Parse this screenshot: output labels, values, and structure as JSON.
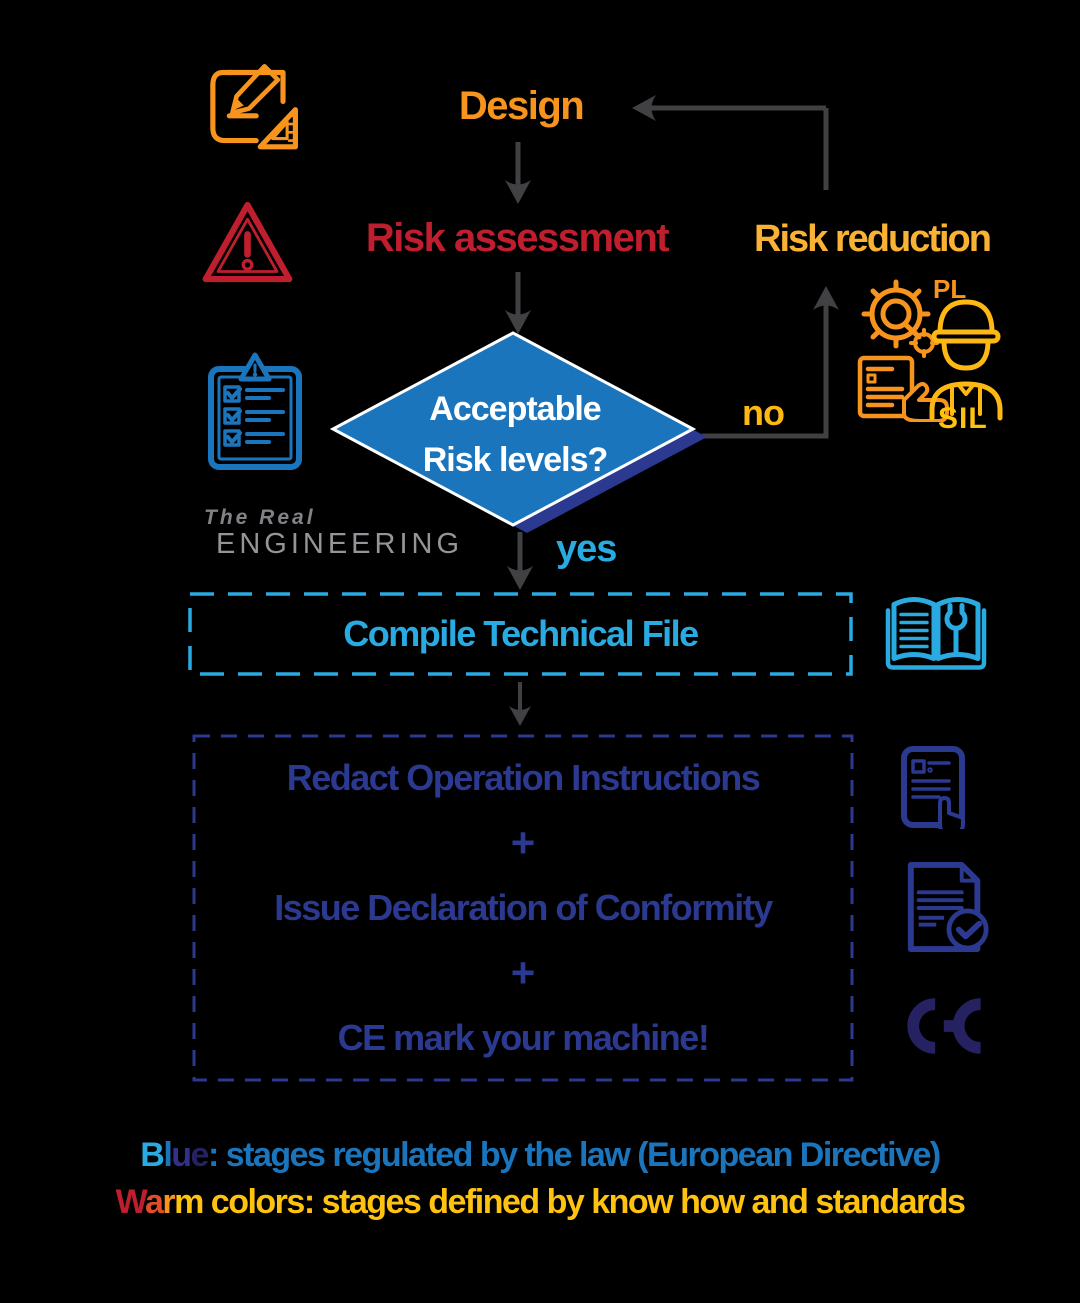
{
  "palette": {
    "background": "#000000",
    "orange": "#F7941D",
    "red": "#BE1E2D",
    "amber": "#F9B233",
    "gold": "#FDB813",
    "yellow": "#FFC20E",
    "azure": "#1B75BC",
    "cyan": "#29ABE2",
    "navy": "#2B3990",
    "navy_dark": "#262262",
    "arrow_gray": "#414042",
    "logo_gray_script": "#808285",
    "logo_gray_name": "#939598",
    "white": "#FFFFFF"
  },
  "flowchart": {
    "design_label": "Design",
    "risk_assessment_label": "Risk assessment",
    "risk_reduction_label": "Risk reduction",
    "decision": {
      "line1": "Acceptable",
      "line2": "Risk levels?"
    },
    "no_label": "no",
    "yes_label": "yes",
    "compile_label": "Compile Technical File",
    "final_lines": [
      "Redact Operation Instructions",
      "+",
      "Issue Declaration of Conformity",
      "+",
      "CE mark your machine!"
    ]
  },
  "icons": {
    "design": "blueprint-pencil-icon",
    "risk_assessment": "warning-triangle-icon",
    "decision": "checklist-clipboard-icon",
    "risk_reduction": "gears-worker-pl-sil-icon",
    "compile": "manual-book-wrench-icon",
    "instructions": "document-hand-icon",
    "conformity": "document-check-icon",
    "ce": "ce-mark-icon",
    "pl_label": "PL",
    "sil_label": "SIL"
  },
  "logo": {
    "script": "The Real",
    "name": "ENGINEERING"
  },
  "legend": {
    "line1": {
      "segments": [
        {
          "text": "B",
          "color": "#29ABE2"
        },
        {
          "text": "l",
          "color": "#1B75BC"
        },
        {
          "text": "u",
          "color": "#33308B"
        },
        {
          "text": "e",
          "color": "#262262"
        }
      ],
      "rest": ": stages regulated by the law (European Directive)",
      "rest_color": "#1B75BC"
    },
    "line2": {
      "segments": [
        {
          "text": "W",
          "color": "#BE1E2D"
        },
        {
          "text": "a",
          "color": "#E04E26"
        },
        {
          "text": "r",
          "color": "#F7941D"
        },
        {
          "text": "m",
          "color": "#FFC20E"
        }
      ],
      "rest": " colors: stages defined by know how and standards",
      "rest_color": "#FFC20E"
    }
  }
}
